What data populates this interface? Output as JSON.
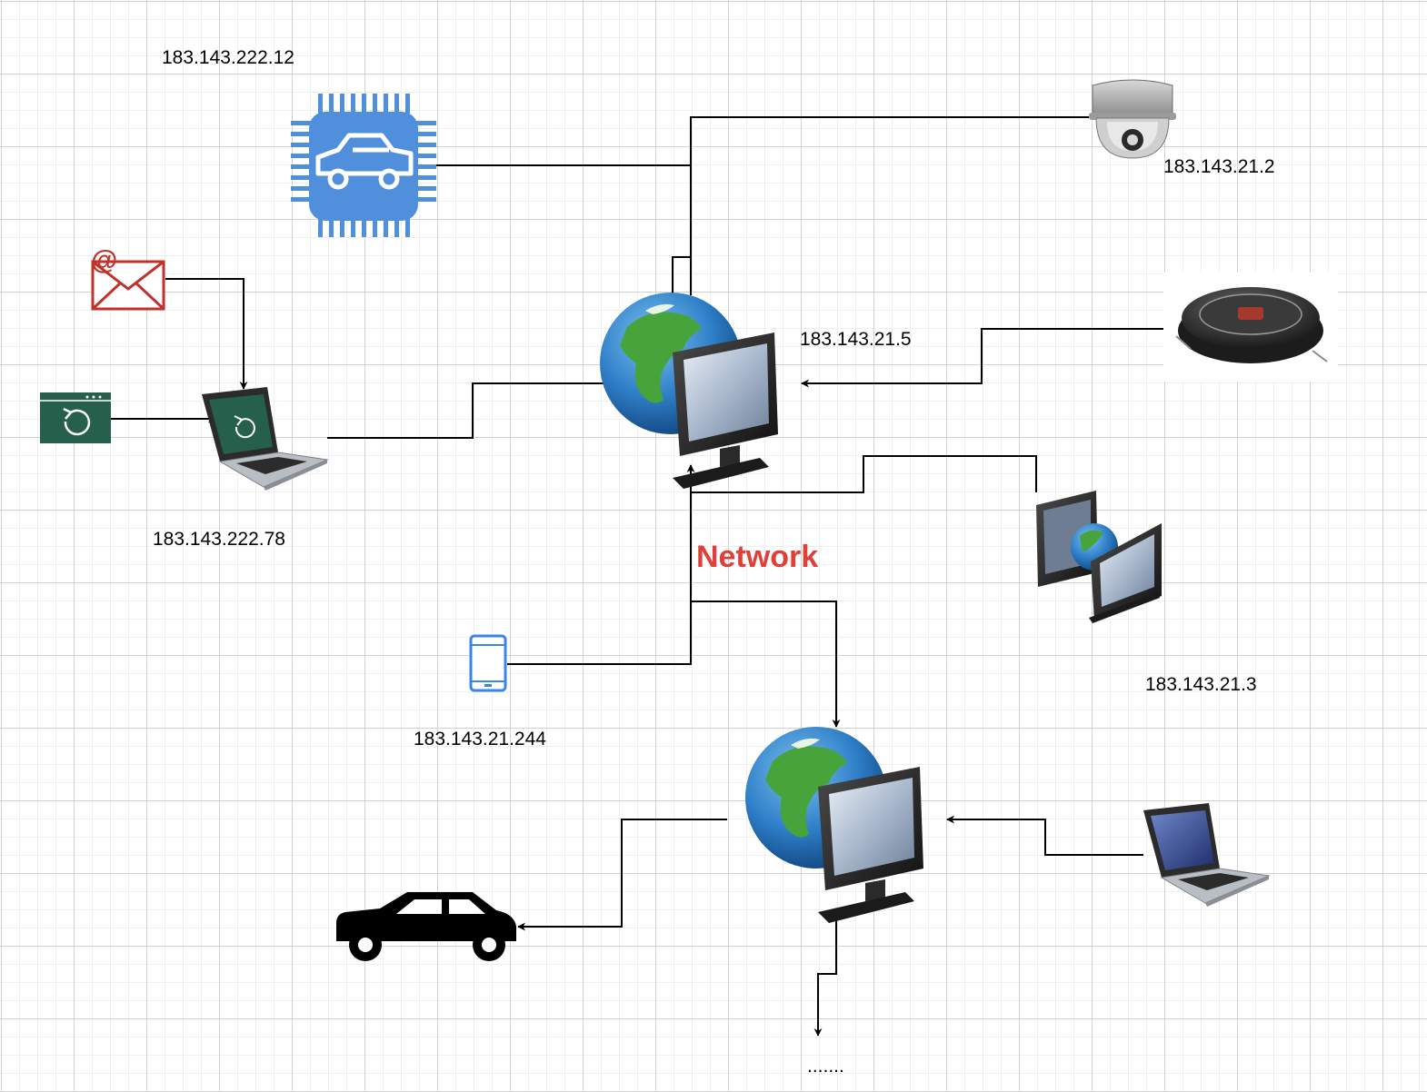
{
  "colors": {
    "network_label": "#e0403a",
    "chip": "#4f8fdb",
    "email": "#c0332d",
    "app_window": "#26604d",
    "phone": "#3a86e8",
    "edge": "#000000"
  },
  "labels": {
    "chip_ip": "183.143.222.12",
    "camera_ip": "183.143.21.2",
    "hub_ip": "183.143.21.5",
    "laptop_ip": "183.143.222.78",
    "network": "Network",
    "desktops_ip": "183.143.21.3",
    "phone_ip": "183.143.21.244",
    "continuation": "......."
  },
  "nodes": [
    {
      "name": "car-chip-icon",
      "icon": "chip-with-car"
    },
    {
      "name": "security-camera-icon",
      "icon": "dome-camera"
    },
    {
      "name": "email-icon",
      "icon": "envelope-at"
    },
    {
      "name": "app-window-icon",
      "icon": "window-refresh"
    },
    {
      "name": "laptop-icon",
      "icon": "laptop-refresh"
    },
    {
      "name": "network-hub-icon",
      "icon": "globe-monitor"
    },
    {
      "name": "robot-vacuum-icon",
      "icon": "robot-vacuum"
    },
    {
      "name": "networked-desktops-icon",
      "icon": "two-monitors-globe"
    },
    {
      "name": "mobile-phone-icon",
      "icon": "smartphone"
    },
    {
      "name": "secondary-hub-icon",
      "icon": "globe-monitor"
    },
    {
      "name": "laptop-secondary-icon",
      "icon": "laptop"
    },
    {
      "name": "car-icon",
      "icon": "car"
    }
  ]
}
